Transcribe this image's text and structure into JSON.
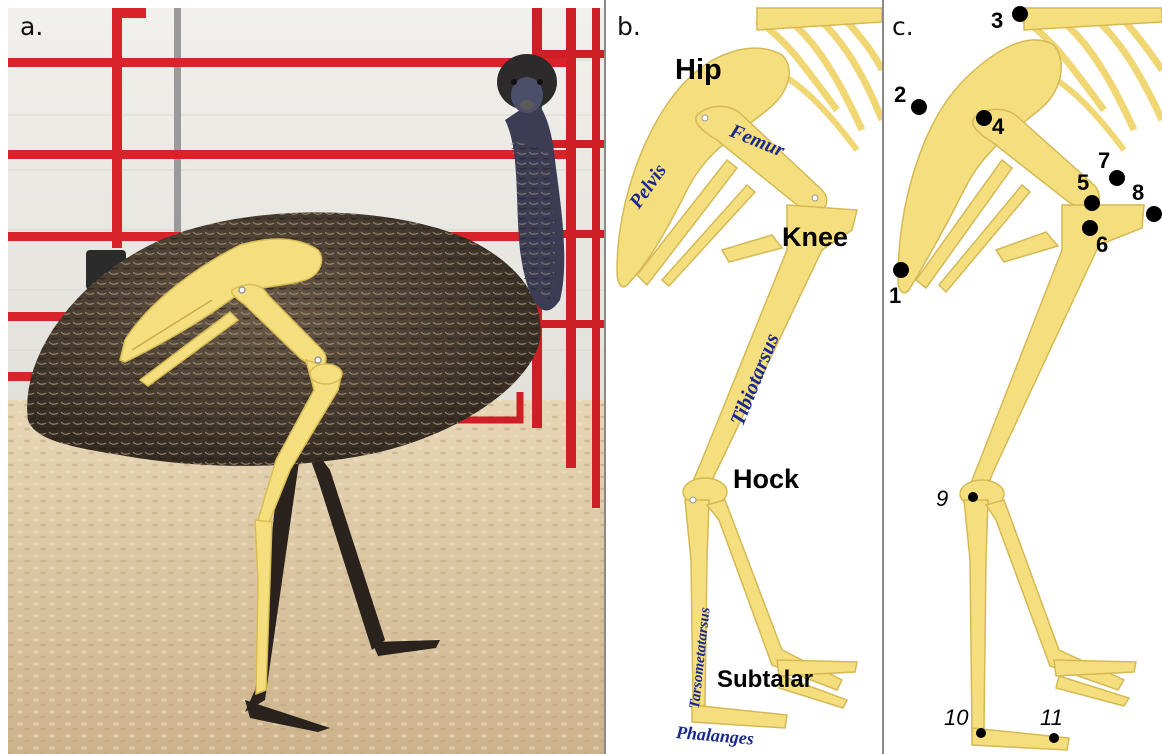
{
  "panels": {
    "a": {
      "label": "a."
    },
    "b": {
      "label": "b."
    },
    "c": {
      "label": "c."
    }
  },
  "bones": {
    "pelvis": "Pelvis",
    "femur": "Femur",
    "tibiotarsus": "Tibiotarsus",
    "tarsometatarsus": "Tarsometatarsus",
    "phalanges": "Phalanges"
  },
  "joints": {
    "hip": "Hip",
    "knee": "Knee",
    "hock": "Hock",
    "subtalar": "Subtalar"
  },
  "markers": [
    "1",
    "2",
    "3",
    "4",
    "5",
    "6",
    "7",
    "8",
    "9",
    "10",
    "11"
  ],
  "colors": {
    "bone": "#f5de7e",
    "bone_edge": "#d8bd55",
    "pen_rail": "#d8232a",
    "emu_body": "#4a3f33",
    "bedding": "#d9c3a0"
  }
}
